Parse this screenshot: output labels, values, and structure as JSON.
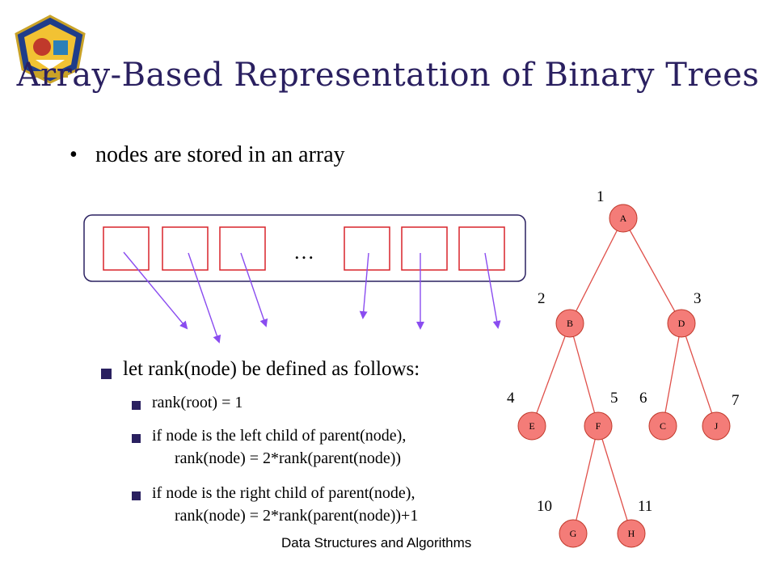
{
  "slide": {
    "title": "Array-Based Representation of Binary Trees",
    "bullet": "nodes are stored in an array",
    "ellipsis": "…",
    "rank_intro": "let rank(node) be defined as follows:",
    "rules": [
      {
        "line1": "rank(root) = 1",
        "line2": ""
      },
      {
        "line1": "if node is the left child of parent(node),",
        "line2": "rank(node) = 2*rank(parent(node))"
      },
      {
        "line1": "if node is the right child of parent(node),",
        "line2": "rank(node) = 2*rank(parent(node))+1"
      }
    ],
    "footer": "Data Structures and Algorithms"
  },
  "tree": {
    "nodes": [
      {
        "label": "A",
        "rank": "1"
      },
      {
        "label": "B",
        "rank": "2"
      },
      {
        "label": "D",
        "rank": "3"
      },
      {
        "label": "E",
        "rank": "4"
      },
      {
        "label": "F",
        "rank": "5"
      },
      {
        "label": "C",
        "rank": "6"
      },
      {
        "label": "J",
        "rank": "7"
      },
      {
        "label": "G",
        "rank": "10"
      },
      {
        "label": "H",
        "rank": "11"
      }
    ]
  },
  "colors": {
    "title": "#2a2060",
    "node_fill": "#f47c78",
    "node_stroke": "#c0392b",
    "edge": "#e0504a",
    "array_cell": "#d9232a",
    "arrow": "#8a4cf0",
    "bullet_square": "#2a2060"
  }
}
